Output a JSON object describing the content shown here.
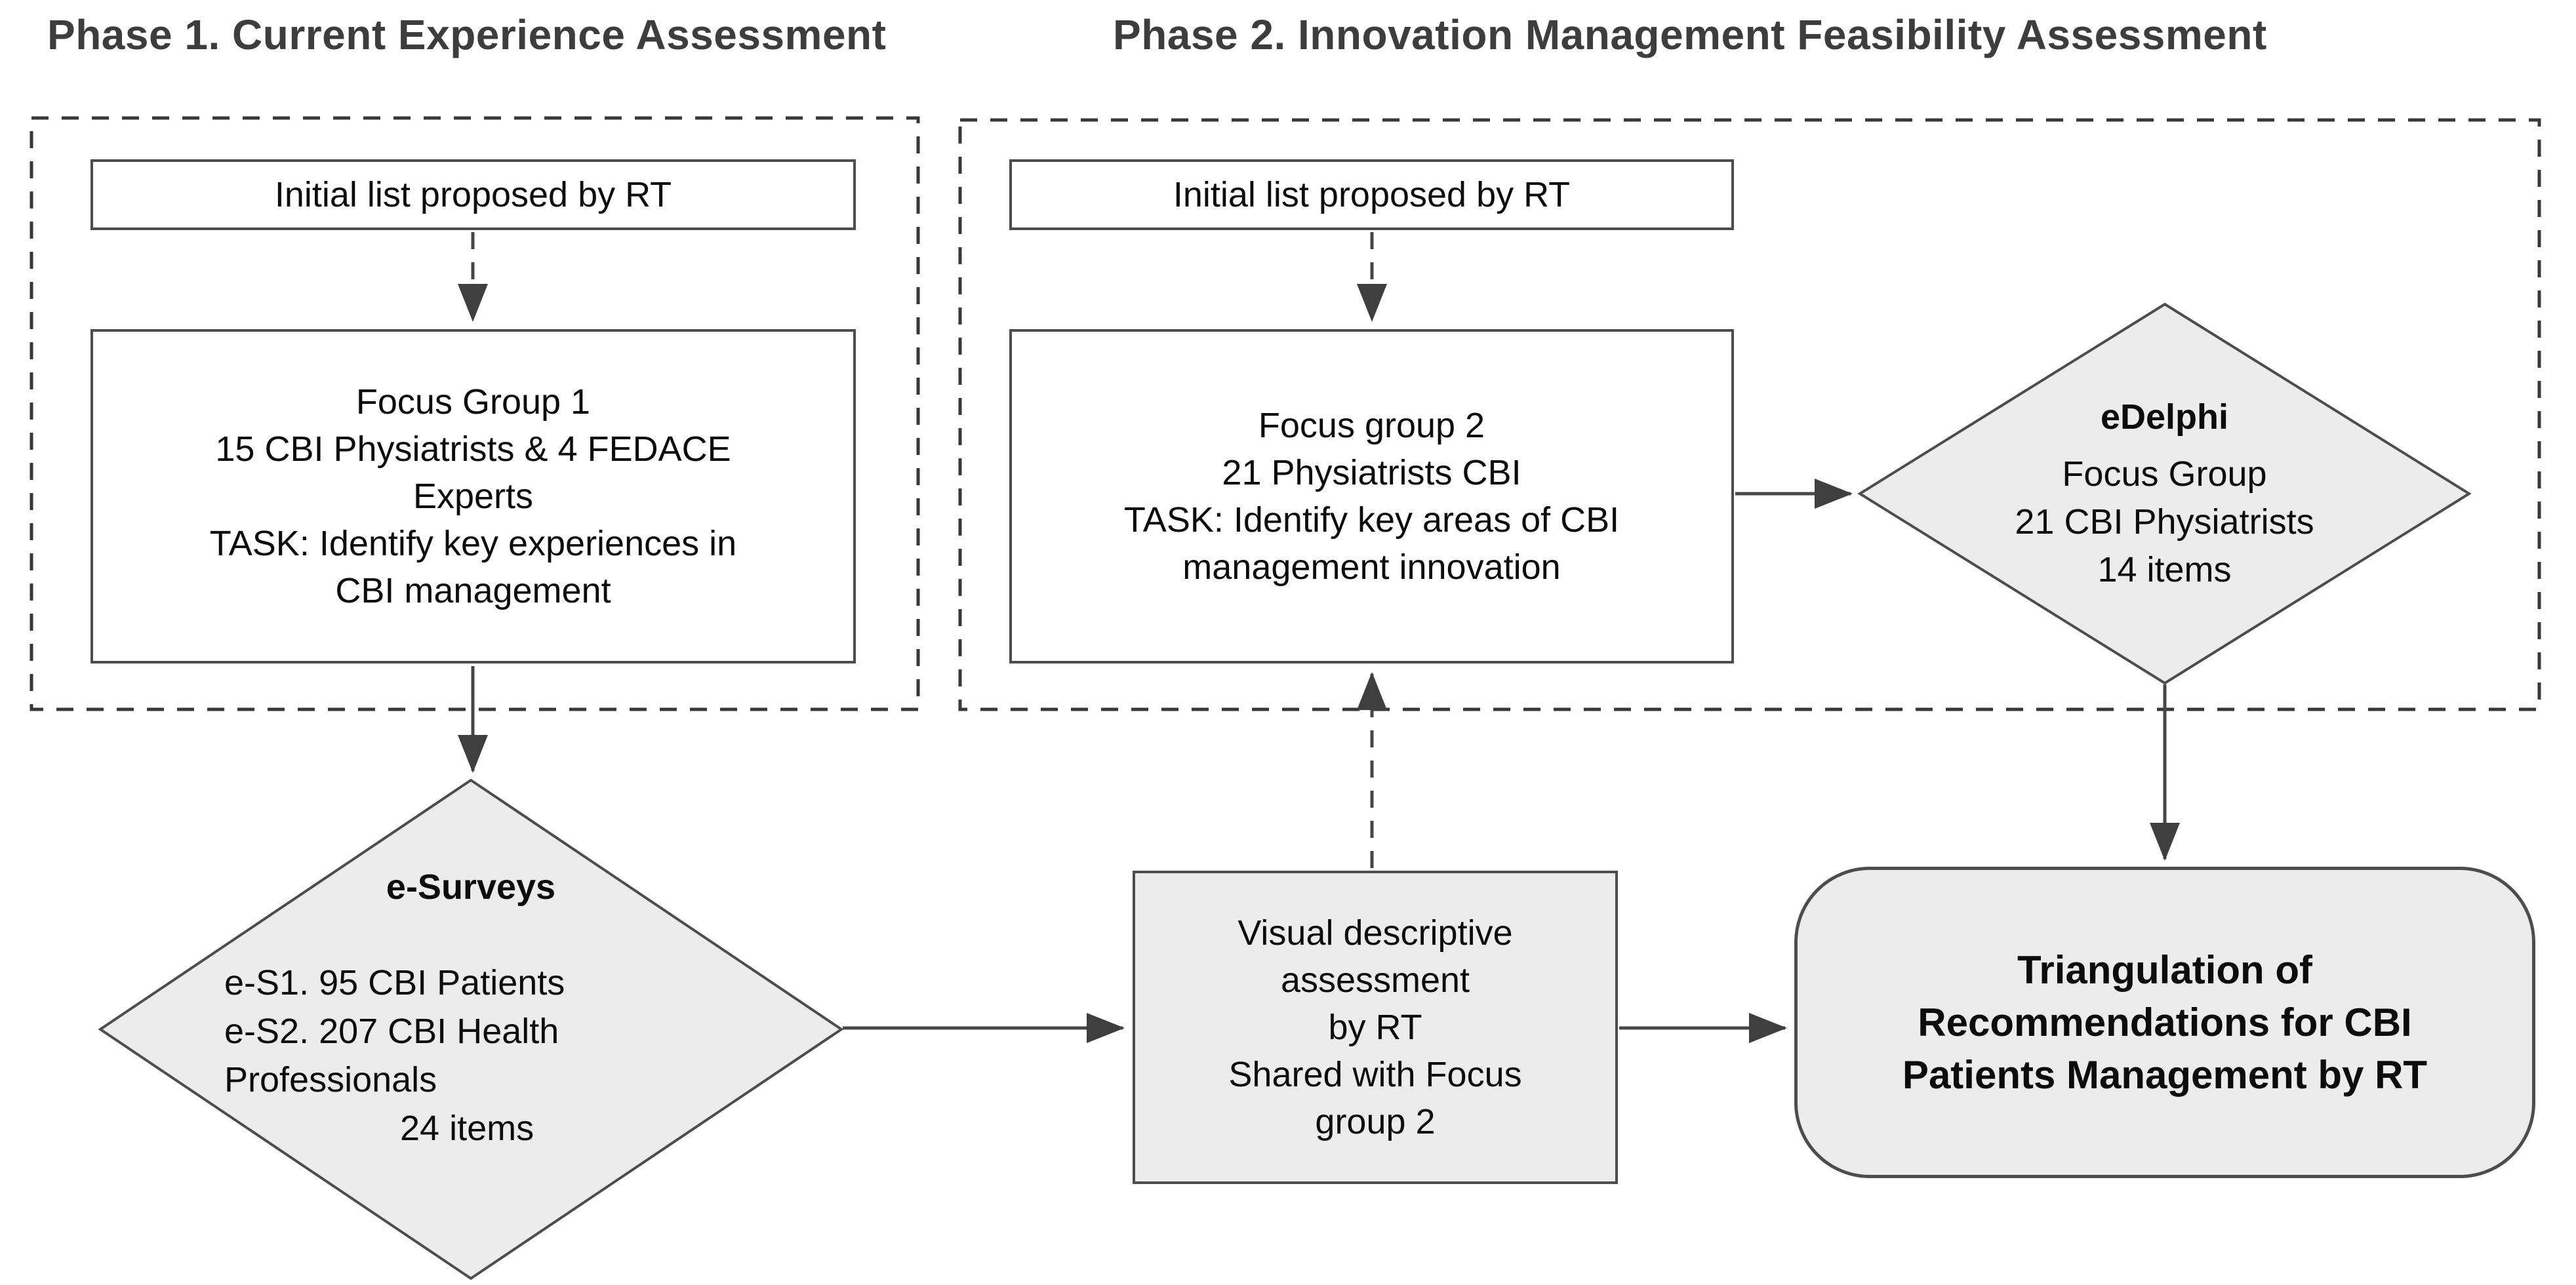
{
  "colors": {
    "shape_fill": "#ececec",
    "shape_stroke": "#4d4d4d",
    "arrow_color": "#474747",
    "dash_border_color": "#383838",
    "heading_color": "#3d3d3d",
    "text_color": "#0c0c0c"
  },
  "phase1": {
    "title": "Phase 1. Current Experience Assessment",
    "initial_box": "Initial list proposed by RT",
    "focus_group_box": {
      "lines": [
        "Focus Group 1",
        "15 CBI Physiatrists &  4 FEDACE",
        "Experts",
        "TASK: Identify key experiences in",
        "CBI management"
      ]
    },
    "esurveys_diamond": {
      "title": "e-Surveys",
      "lines": [
        "e-S1. 95 CBI Patients",
        "e-S2. 207 CBI Health",
        "Professionals",
        "24 items"
      ]
    }
  },
  "phase2": {
    "title": "Phase 2. Innovation Management Feasibility Assessment",
    "initial_box": "Initial list proposed by RT",
    "focus_group_box": {
      "lines": [
        "Focus group 2",
        "21 Physiatrists CBI",
        "TASK: Identify key areas of CBI",
        "management innovation"
      ]
    },
    "edelphi_diamond": {
      "title": "eDelphi",
      "lines": [
        "Focus Group",
        "21 CBI Physiatrists",
        "14 items"
      ]
    }
  },
  "visual_assessment_box": {
    "lines": [
      "Visual descriptive",
      "assessment",
      "by RT",
      "Shared with Focus",
      "group 2"
    ]
  },
  "triangulation_box": {
    "lines": [
      "Triangulation of",
      "Recommendations for CBI",
      "Patients Management by RT"
    ]
  }
}
